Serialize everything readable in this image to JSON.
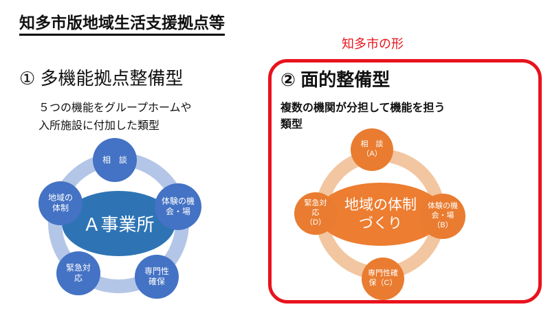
{
  "page": {
    "title": "知多市版地域生活支援拠点等",
    "annotation": "知多市の形"
  },
  "left_section": {
    "heading": "① 多機能拠点整備型",
    "description": "５つの機能をグループホームや\n入所施設に付加した類型",
    "diagram": {
      "center_label": "Ａ事業所",
      "nodes": [
        {
          "id": "consultation",
          "label": "相　談"
        },
        {
          "id": "community-system",
          "label": "地域の\n体制"
        },
        {
          "id": "experience-opportunity",
          "label": "体験の機\n会・場"
        },
        {
          "id": "emergency-response",
          "label": "緊急対\n応"
        },
        {
          "id": "expertise-assurance",
          "label": "専門性\n確保"
        }
      ]
    }
  },
  "right_section": {
    "heading": "② 面的整備型",
    "description": "複数の機関が分担して機能を担う\n類型",
    "diagram": {
      "center_label": "地域の体制\nづくり",
      "nodes": [
        {
          "id": "consultation-a",
          "label": "相　談\n（A）"
        },
        {
          "id": "emergency-response-d",
          "label": "緊急対\n応\n（D）"
        },
        {
          "id": "experience-opportunity-b",
          "label": "体験の機\n会・場\n（B）"
        },
        {
          "id": "expertise-assurance-c",
          "label": "専門性確\n保（C）"
        }
      ]
    }
  },
  "colors": {
    "blue_node": "#4472c4",
    "blue_center": "#2e74b5",
    "blue_ring": "#b4c6e7",
    "orange_node": "#e97c30",
    "orange_center": "#ed7d31",
    "orange_ring": "#f2c6a0",
    "red_accent": "#e8131d"
  }
}
